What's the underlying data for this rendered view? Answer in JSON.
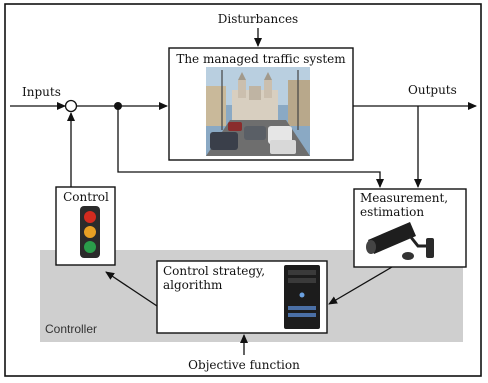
{
  "labels": {
    "disturbances": "Disturbances",
    "system": "The managed traffic system",
    "inputs": "Inputs",
    "outputs": "Outputs",
    "control": "Control",
    "measurement_1": "Measurement,",
    "measurement_2": "estimation",
    "strategy_1": "Control strategy,",
    "strategy_2": "algorithm",
    "controller": "Controller",
    "objective": "Objective function"
  },
  "colors": {
    "controller_region": "#cfcfcf",
    "line": "#111111",
    "traffic_red": "#d22b1f",
    "traffic_amber": "#e8a024",
    "traffic_green": "#2a9d4a"
  }
}
